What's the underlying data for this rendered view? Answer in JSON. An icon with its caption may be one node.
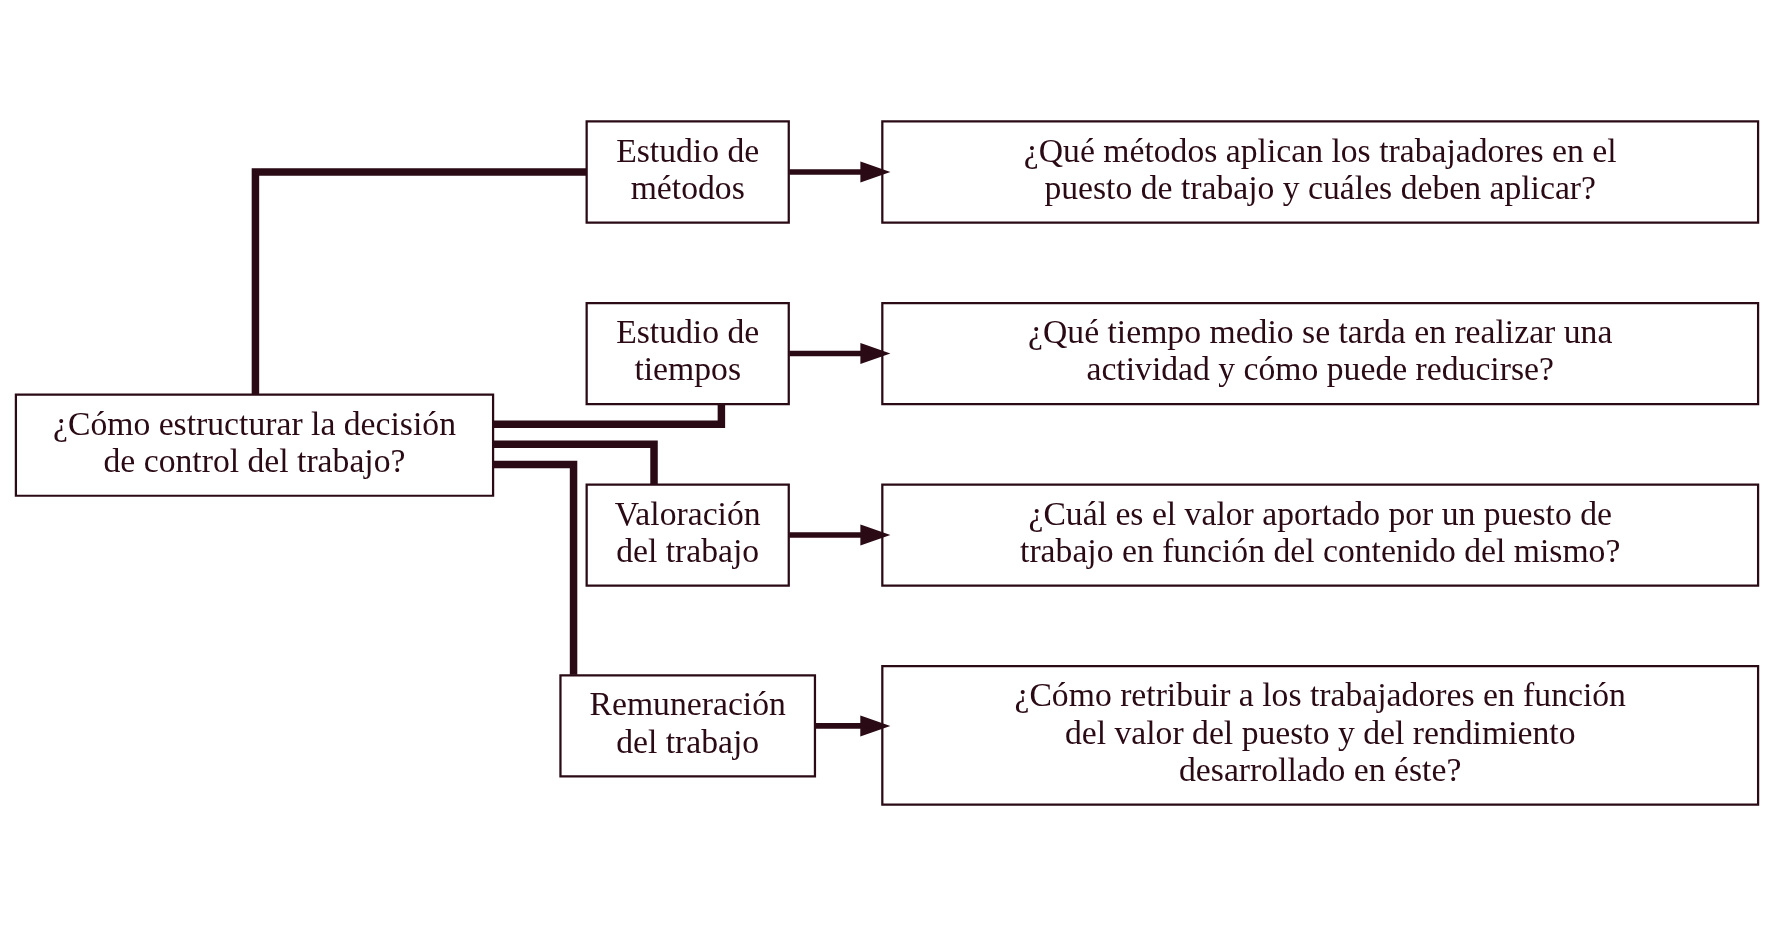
{
  "diagram": {
    "nodes": [
      {
        "text": [
          "¿Cómo estructurar la decisión de control del trabajo?"
        ]
      },
      {
        "text": [
          "Estudio de métodos"
        ]
      },
      {
        "text": [
          "¿Qué métodos aplican los trabajadores en el puesto de trabajo y cuáles deben aplicar?"
        ]
      },
      {
        "text": [
          "Estudio de tiempos"
        ]
      },
      {
        "text": [
          "¿Qué tiempo medio se tarda en realizar una actividad y cómo puede reducirse?"
        ]
      },
      {
        "text": [
          "Valoración del trabajo"
        ]
      },
      {
        "text": [
          "¿Cuál es el valor aportado por un puesto de trabajo en función del contenido del mismo?"
        ]
      },
      {
        "text": [
          "Remuneración del trabajo"
        ]
      },
      {
        "text": [
          "¿Cómo retribuir a los trabajadores en función del valor del puesto y del rendimiento desarrollado en éste?"
        ]
      }
    ],
    "edges": [
      {
        "from": 0,
        "to": 1,
        "arrow": "none"
      },
      {
        "from": 0,
        "to": 3,
        "arrow": "none"
      },
      {
        "from": 0,
        "to": 5,
        "arrow": "none"
      },
      {
        "from": 0,
        "to": 7,
        "arrow": "none"
      },
      {
        "from": 1,
        "to": 2,
        "arrow": "to"
      },
      {
        "from": 3,
        "to": 4,
        "arrow": "to"
      },
      {
        "from": 5,
        "to": 6,
        "arrow": "to"
      },
      {
        "from": 7,
        "to": 8,
        "arrow": "to"
      }
    ]
  }
}
